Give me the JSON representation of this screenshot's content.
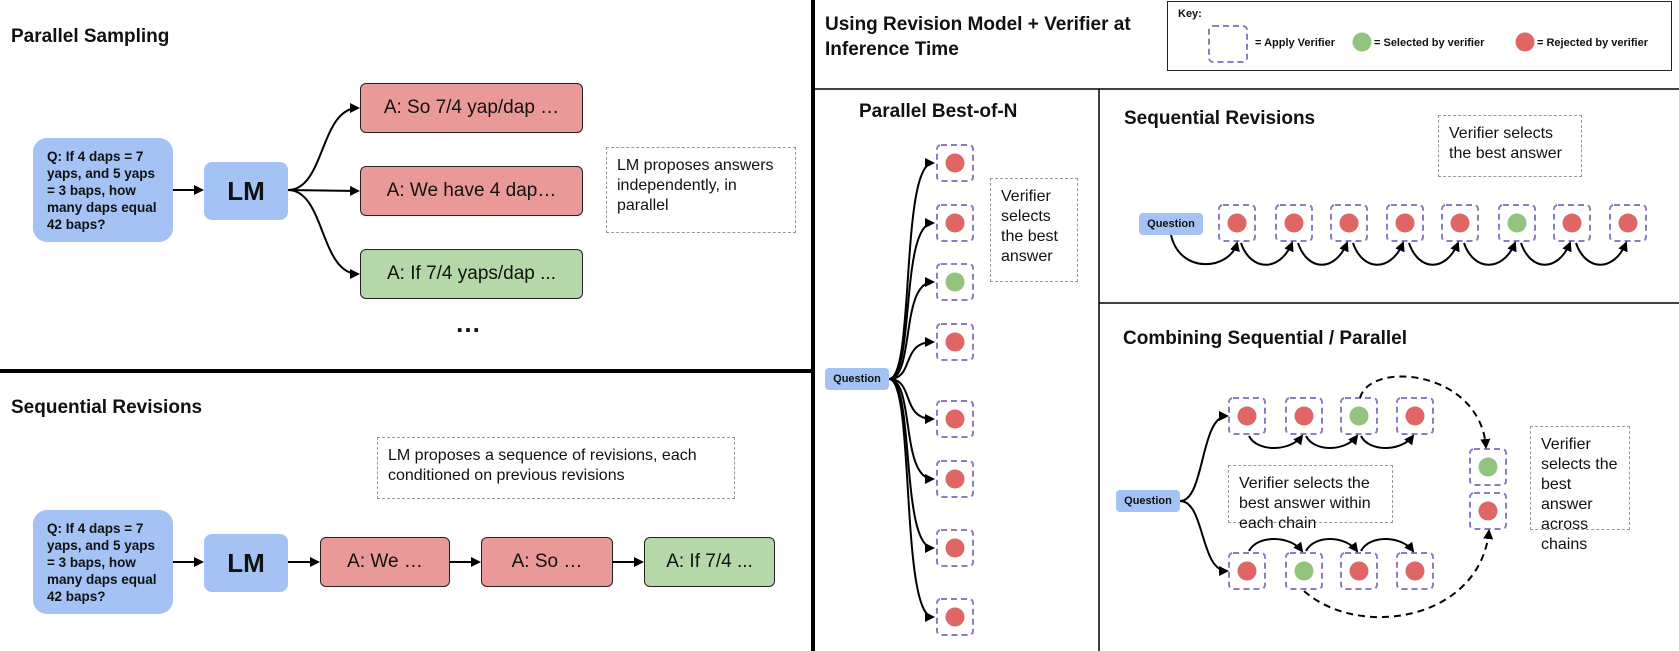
{
  "left": {
    "parallel": {
      "title": "Parallel Sampling",
      "question": "Q:  If 4 daps = 7 yaps, and 5 yaps = 3 baps, how many daps equal 42 baps?",
      "lm": "LM",
      "answers": [
        "A: So 7/4 yap/dap …",
        "A: We have 4 dap…",
        "A: If 7/4 yaps/dap ..."
      ],
      "ellipsis": "…",
      "note": "LM proposes answers independently, in parallel"
    },
    "sequential": {
      "title": "Sequential Revisions",
      "question": "Q:  If 4 daps = 7 yaps, and 5 yaps = 3 baps, how many daps equal 42 baps?",
      "lm": "LM",
      "answers": [
        "A: We …",
        "A: So …",
        "A: If 7/4 ..."
      ],
      "note": "LM proposes a sequence of revisions, each conditioned on previous revisions"
    }
  },
  "right": {
    "title": "Using Revision Model + Verifier at Inference Time",
    "key": {
      "label": "Key:",
      "verifier": "= Apply Verifier",
      "selected": "= Selected by verifier",
      "rejected": "= Rejected by verifier"
    },
    "best_of_n": {
      "title": "Parallel Best-of-N",
      "question": "Question",
      "note": "Verifier selects the best answer"
    },
    "seq_revisions": {
      "title": "Sequential Revisions",
      "question": "Question",
      "note": "Verifier selects the best answer"
    },
    "combined": {
      "title": "Combining Sequential / Parallel",
      "question": "Question",
      "note_within": "Verifier selects the best answer within each chain",
      "note_across": "Verifier selects the best answer across chains"
    }
  },
  "colors": {
    "question_blue": "#a4c2f4",
    "rejected_red": "#e06666",
    "selected_green": "#93c47d",
    "answer_red": "#ea9999",
    "answer_green": "#b6d7a8",
    "verifier_dash": "#8e7cc3"
  },
  "icons": {
    "verifier": "dashed-square",
    "selected": "green-dot",
    "rejected": "red-dot"
  },
  "nodes": {
    "best_of_n": [
      "rejected",
      "rejected",
      "selected",
      "rejected",
      "rejected",
      "rejected",
      "rejected",
      "rejected"
    ],
    "seq_revisions": [
      "rejected",
      "rejected",
      "rejected",
      "rejected",
      "rejected",
      "selected",
      "rejected",
      "rejected"
    ],
    "combined_chain1": [
      "rejected",
      "rejected",
      "selected",
      "rejected"
    ],
    "combined_chain2": [
      "rejected",
      "selected",
      "rejected",
      "rejected"
    ],
    "combined_final": [
      "selected",
      "rejected"
    ]
  }
}
